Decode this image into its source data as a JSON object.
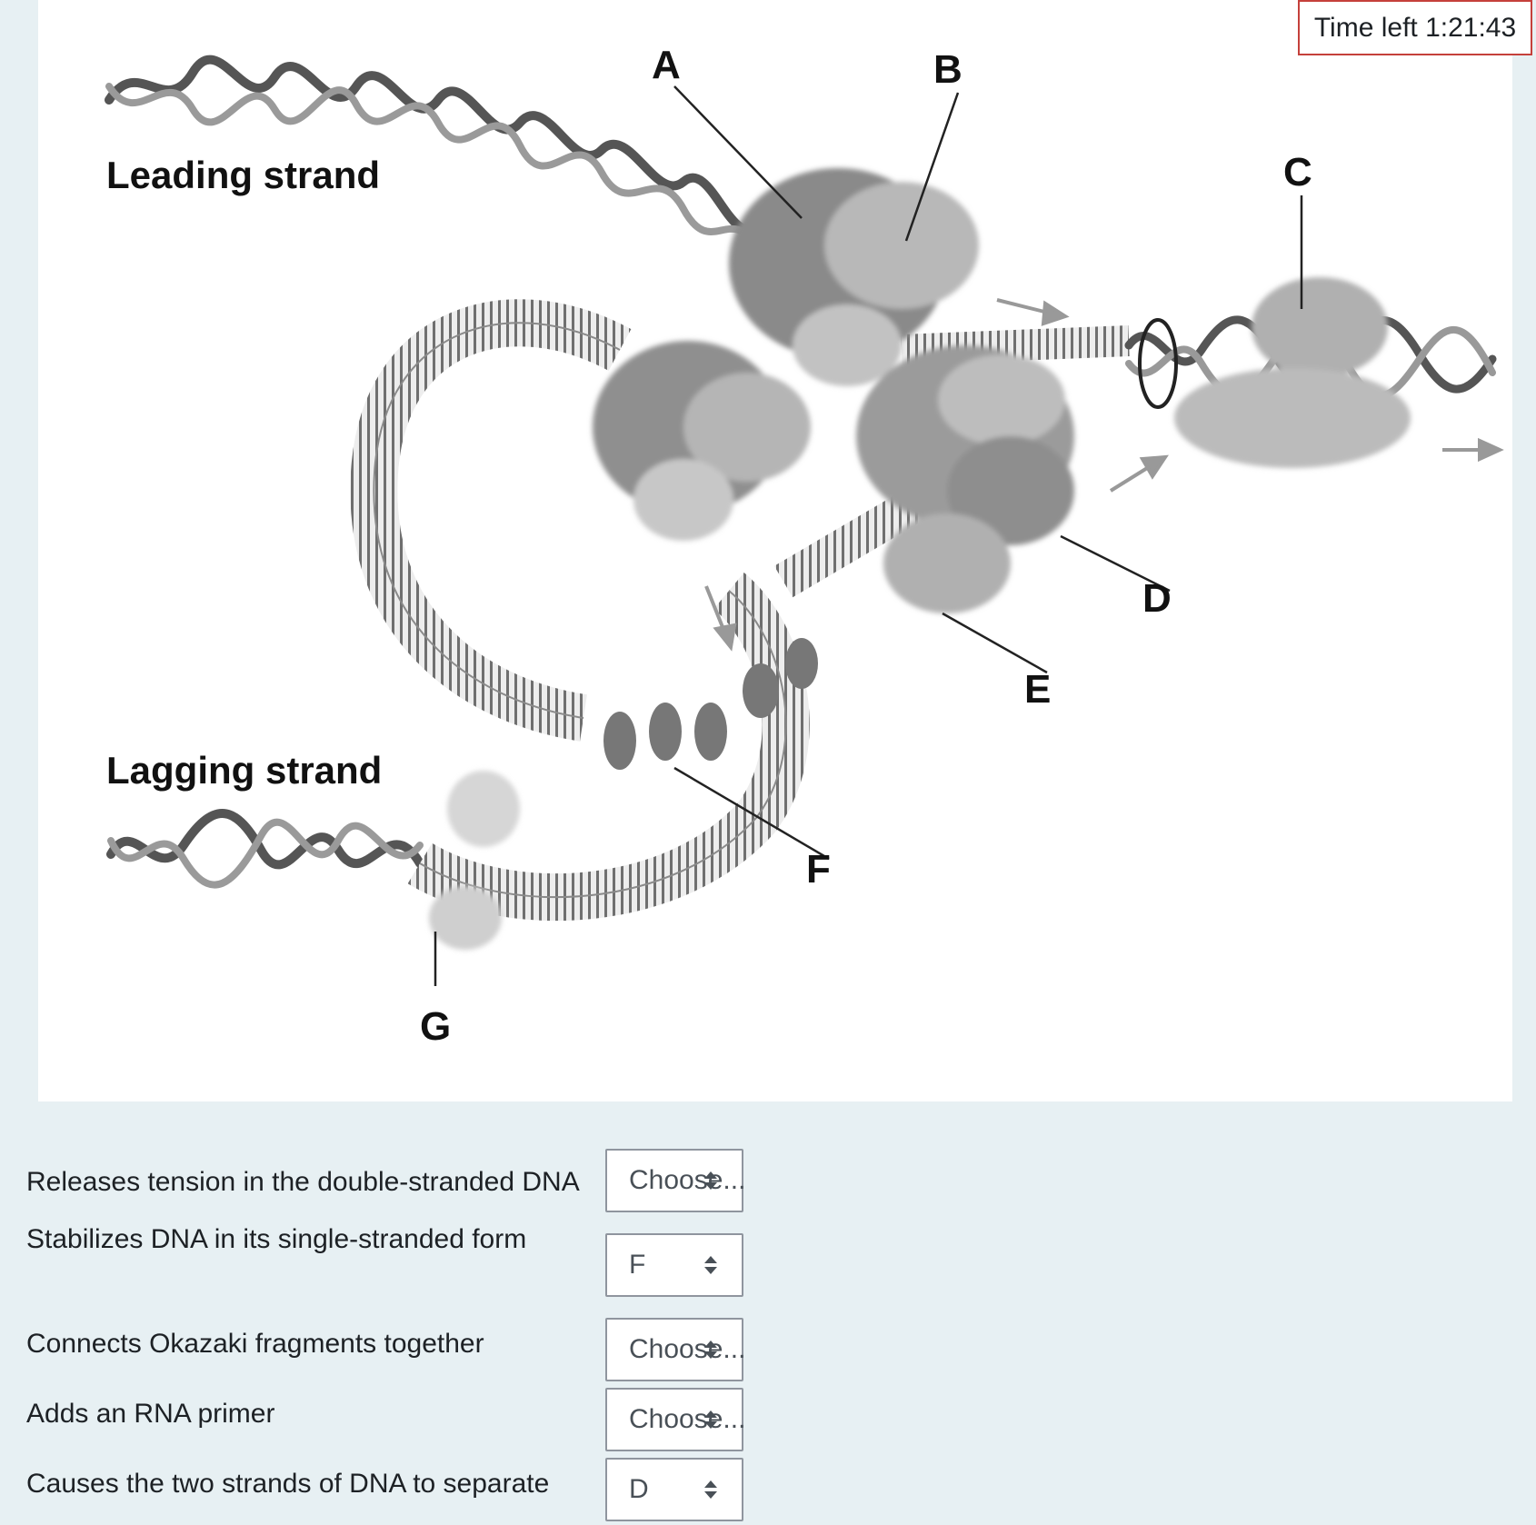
{
  "timer": {
    "text": "Time left 1:21:43"
  },
  "diagram": {
    "leading_label": "Leading strand",
    "lagging_label": "Lagging strand",
    "letters": {
      "A": "A",
      "B": "B",
      "C": "C",
      "D": "D",
      "E": "E",
      "F": "F",
      "G": "G"
    }
  },
  "questions": [
    {
      "text": "Releases tension in the double-stranded DNA",
      "selected": "Choose..."
    },
    {
      "text": "Stabilizes DNA in its single-stranded form",
      "selected": "F"
    },
    {
      "text": "Connects Okazaki fragments together",
      "selected": "Choose..."
    },
    {
      "text": "Adds an RNA primer",
      "selected": "Choose..."
    },
    {
      "text": "Causes the two strands of DNA to separate",
      "selected": "D"
    }
  ]
}
